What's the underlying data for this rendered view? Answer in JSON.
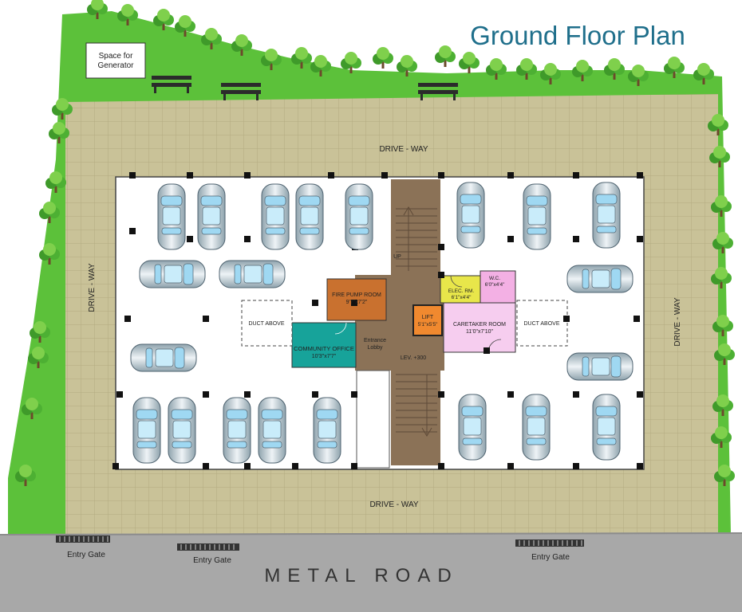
{
  "title": "Ground Floor Plan",
  "generator_label": [
    "Space for",
    "Generator"
  ],
  "driveway_label": "DRIVE - WAY",
  "road_label": "METAL ROAD",
  "entry_gate_label": "Entry Gate",
  "rooms": {
    "fire_pump": {
      "name": "FIRE PUMP ROOM",
      "size": "9'7\"x7'2\""
    },
    "community": {
      "name": "COMMUNITY OFFICE",
      "size": "10'3\"x7'7\""
    },
    "lift": {
      "name": "LIFT",
      "size": "5'1\"x5'5\""
    },
    "elec": {
      "name": "ELEC. RM.",
      "size": "6'1\"x4'4\""
    },
    "wc": {
      "name": "W.C.",
      "size": "6'0\"x4'4\""
    },
    "caretaker": {
      "name": "CARETAKER ROOM",
      "size": "11'0\"x7'10\""
    },
    "duct": "DUCT ABOVE",
    "lobby": [
      "Entrance",
      "Lobby"
    ],
    "level": "LEV. +300",
    "up": "UP"
  },
  "colors": {
    "lawn": "#5cc13a",
    "pavers": "#c9c298",
    "road": "#a8a8a8",
    "stair": "#8b7257",
    "fire_pump": "#c9712f",
    "community": "#17a39a",
    "lift": "#f0892f",
    "elec": "#e8e64a",
    "wc": "#f3b0e4",
    "caretaker": "#f6cdef",
    "title": "#1f6f8b"
  }
}
